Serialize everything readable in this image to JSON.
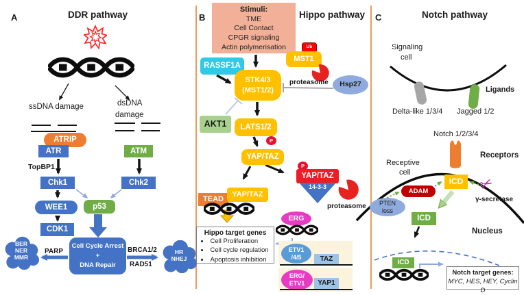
{
  "colors": {
    "blue": "#4472C4",
    "green": "#70AD47",
    "light_green": "#A9D18E",
    "orange": "#ED7D31",
    "amber": "#FFC000",
    "cyan": "#30C9E8",
    "salmon": "#F3B098",
    "red": "#EE1C25",
    "dark_red": "#C00000",
    "magenta": "#E73BC3",
    "periwinkle": "#8FAADC",
    "light_blue": "#9DC3E6",
    "beige": "#FCF3DC",
    "divider_orange": "#EE9A5C",
    "gray_ligand": "#A6A6A6"
  },
  "panels": {
    "ddr": {
      "tag": "A",
      "title": "DDR pathway",
      "ssdna": "ssDNA damage",
      "dsdna1": "dsDNA",
      "dsdna2": "damage",
      "atrip": "ATRIP",
      "atr": "ATR",
      "topbp1": "TopBP1",
      "chk1": "Chk1",
      "atm": "ATM",
      "chk2": "Chk2",
      "wee1": "WEE1",
      "p53": "p53",
      "cdk1": "CDK1",
      "outcome": [
        "Cell Cycle Arrest",
        "+",
        "DNA Repair"
      ],
      "parp": "PARP",
      "brca": "BRCA1/2",
      "rad51": "RAD51",
      "left_cloud": [
        "BER",
        "NER",
        "MMR"
      ],
      "right_cloud": [
        "HR",
        "NHEJ"
      ]
    },
    "hippo": {
      "tag": "B",
      "title": "Hippo pathway",
      "stimuli_title": "Stimuli:",
      "stimuli": [
        "TME",
        "Cell Contact",
        "CPGR signaling",
        "Actin polymerisation"
      ],
      "rassf1a": "RASSF1A",
      "mst1": "MST1",
      "ub": "Ub",
      "stk": [
        "STK4/3",
        "(MST1/2)"
      ],
      "proteasome1": "proteasome",
      "hsp27": "Hsp27",
      "akt1": "AKT1",
      "lats": "LATS1/2",
      "p1": "P",
      "yaptaz": "YAP/TAZ",
      "p2": "P",
      "yaptaz_cyto": "YAP/TAZ",
      "s1433": "14-3-3",
      "proteasome2": "proteasome",
      "tead": "TEAD",
      "yaptaz_nuclear": "YAP/TAZ",
      "target_title": "Hippo target genes",
      "target_items": [
        "Cell Proliferation",
        "Cell cycle regulation",
        "Apoptosis inhibition"
      ],
      "erg": "ERG",
      "etv_line1": "ETV1",
      "etv_line2": "/4/5",
      "taz": "TAZ",
      "ergetv_line1": "ERG/",
      "ergetv_line2": "ETV1",
      "yap1": "YAP1"
    },
    "notch": {
      "tag": "C",
      "title": "Notch pathway",
      "signaling1": "Signaling",
      "signaling2": "cell",
      "ligands": "Ligands",
      "delta": "Delta-like 1/3/4",
      "jagged": "Jagged 1/2",
      "notch_receptor": "Notch 1/2/3/4",
      "receptors": "Receptors",
      "receptive1": "Receptive",
      "receptive2": "cell",
      "adam": "ADAM",
      "icd_membrane": "ICD",
      "icd_cytoplasm": "ICD",
      "icd_nucleus": "ICD",
      "pten1": "PTEN",
      "pten2": "loss",
      "gamma_secretase": "γ-secretase",
      "nucleus": "Nucleus",
      "target_title": "Notch target genes:",
      "target_genes": "MYC, HES, HEY, Cyclin D"
    }
  }
}
